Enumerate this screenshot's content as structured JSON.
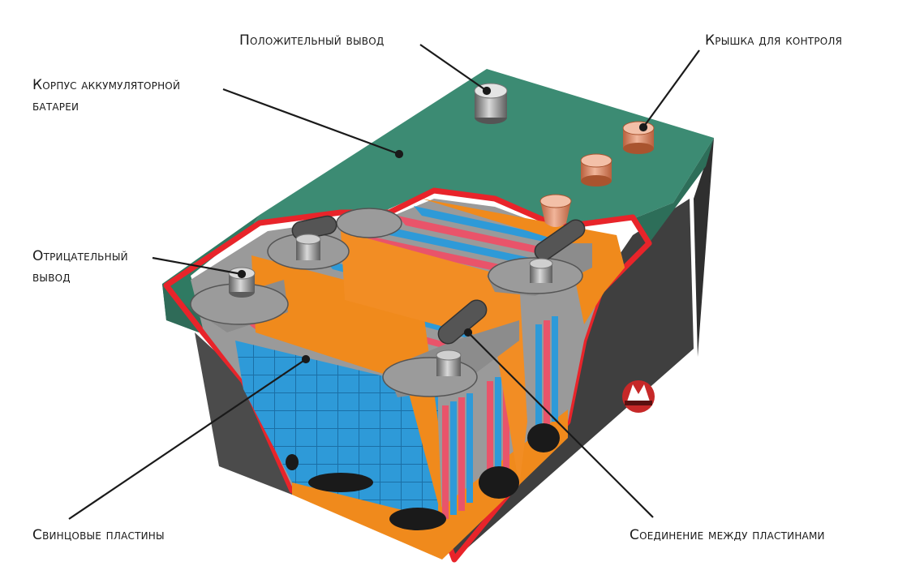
{
  "labels": {
    "positive_terminal": "Положительный вывод",
    "inspection_cap": "Крышка для контроля",
    "case_line1": "Корпус аккумуляторной",
    "case_line2": "батареи",
    "negative_line1": "Отрицательный",
    "negative_line2": "вывод",
    "lead_plates": "Свинцовые пластины",
    "plate_connection": "Соединение между пластинами"
  },
  "colors": {
    "case_top": "#3c8b73",
    "case_side": "#4a4a4a",
    "cut_edge": "#e8242a",
    "separator": "#f08a1c",
    "plate_blue": "#2e9ad8",
    "plate_red": "#e9546a",
    "terminal": "#8c8c8c",
    "cap": "#d37a56",
    "sediment": "#1a1a1a"
  }
}
